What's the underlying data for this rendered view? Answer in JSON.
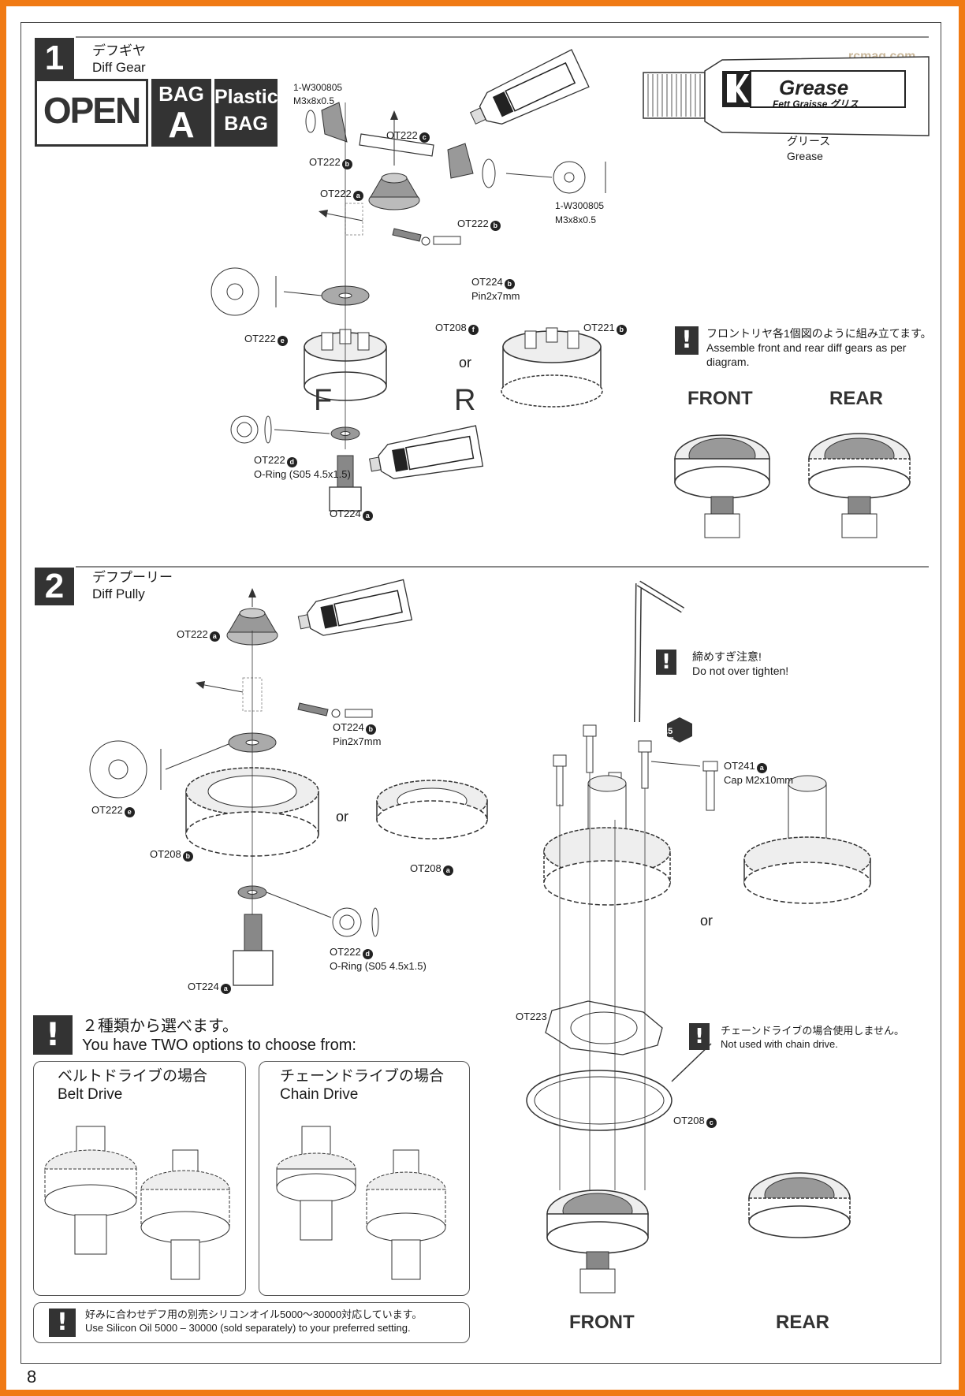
{
  "page_number": "8",
  "watermark": "rcmag.com",
  "step1": {
    "number": "1",
    "title_jp": "デフギヤ",
    "title_en": "Diff Gear",
    "open_label": "OPEN",
    "bag_label": "BAG",
    "bag_letter": "A",
    "plastic_label": "Plastic",
    "plastic_bag_label": "BAG",
    "grease_brand": "Grease",
    "grease_sub": "Fett Graisse グリス",
    "grease_caption_jp": "グリース",
    "grease_caption_en": "Grease",
    "parts": {
      "washer_top_code": "1-W300805",
      "washer_top_size": "M3x8x0.5",
      "washer_right_code": "1-W300805",
      "washer_right_size": "M3x8x0.5",
      "shaft": "OT222",
      "shaft_letter": "c",
      "bevel_small_left": "OT222",
      "bevel_small_left_letter": "b",
      "bevel_small_right": "OT222",
      "bevel_small_right_letter": "b",
      "bevel_big": "OT222",
      "bevel_big_letter": "a",
      "pin": "OT224",
      "pin_letter": "b",
      "pin_size": "Pin2x7mm",
      "shim": "OT222",
      "shim_letter": "e",
      "case_front": "OT208",
      "case_front_letter": "f",
      "case_rear": "OT221",
      "case_rear_letter": "b",
      "oring": "OT222",
      "oring_letter": "d",
      "oring_size": "O-Ring (S05 4.5x1.5)",
      "outdrive": "OT224",
      "outdrive_letter": "a"
    },
    "f_label": "F",
    "r_label": "R",
    "or_label": "or",
    "note_jp": "フロントリヤ各1個図のように組み立てます。",
    "note_en": "Assemble front and rear diff gears as per diagram.",
    "front_label": "FRONT",
    "rear_label": "REAR"
  },
  "step2": {
    "number": "2",
    "title_jp": "デフプーリー",
    "title_en": "Diff Pully",
    "parts": {
      "bevel_big": "OT222",
      "bevel_big_letter": "a",
      "pin": "OT224",
      "pin_letter": "b",
      "pin_size": "Pin2x7mm",
      "shim": "OT222",
      "shim_letter": "e",
      "pulley_b": "OT208",
      "pulley_b_letter": "b",
      "pulley_a": "OT208",
      "pulley_a_letter": "a",
      "oring": "OT222",
      "oring_letter": "d",
      "oring_size": "O-Ring (S05 4.5x1.5)",
      "outdrive": "OT224",
      "outdrive_letter": "a",
      "screw": "OT241",
      "screw_letter": "a",
      "screw_size": "Cap M2x10mm",
      "plate": "OT223",
      "cover": "OT208",
      "cover_letter": "c"
    },
    "hex_size": "1.5",
    "hex_unit": "mm",
    "or_label": "or",
    "tighten_jp": "締めすぎ注意!",
    "tighten_en": "Do not over tighten!",
    "chain_note_jp": "チェーンドライブの場合使用しません。",
    "chain_note_en": "Not used with chain drive.",
    "options_jp": "２種類から選べます。",
    "options_en": "You have TWO options to choose from:",
    "belt_jp": "ベルトドライブの場合",
    "belt_en": "Belt Drive",
    "chain_jp": "チェーンドライブの場合",
    "chain_en": "Chain Drive",
    "oil_jp": "好みに合わせデフ用の別売シリコンオイル5000～30000対応しています。",
    "oil_en": "Use Silicon Oil 5000 – 30000 (sold separately) to your preferred setting.",
    "front_label": "FRONT",
    "rear_label": "REAR"
  },
  "colors": {
    "border": "#f07a14",
    "ink": "#333333"
  }
}
